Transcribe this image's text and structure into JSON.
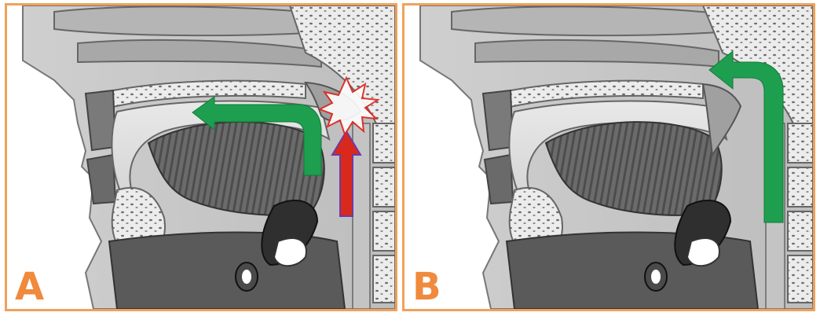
{
  "panels": [
    {
      "id": "A",
      "label": "A"
    },
    {
      "id": "B",
      "label": "B"
    }
  ],
  "colors": {
    "frame": "#f0a15a",
    "label": "#f08a3c",
    "green_arrow": "#1e9f4f",
    "red_arrow": "#d9291c",
    "blockage_star": "#e0231b",
    "tissue_light": "#d9d9d9",
    "tissue_mid": "#9a9a9a",
    "tissue_dark": "#555555"
  },
  "icons": {
    "panel_a": [
      "airflow-arrow-oral",
      "airflow-arrow-blocked",
      "blockage-star-icon"
    ],
    "panel_b": [
      "airflow-arrow-nasal"
    ]
  }
}
